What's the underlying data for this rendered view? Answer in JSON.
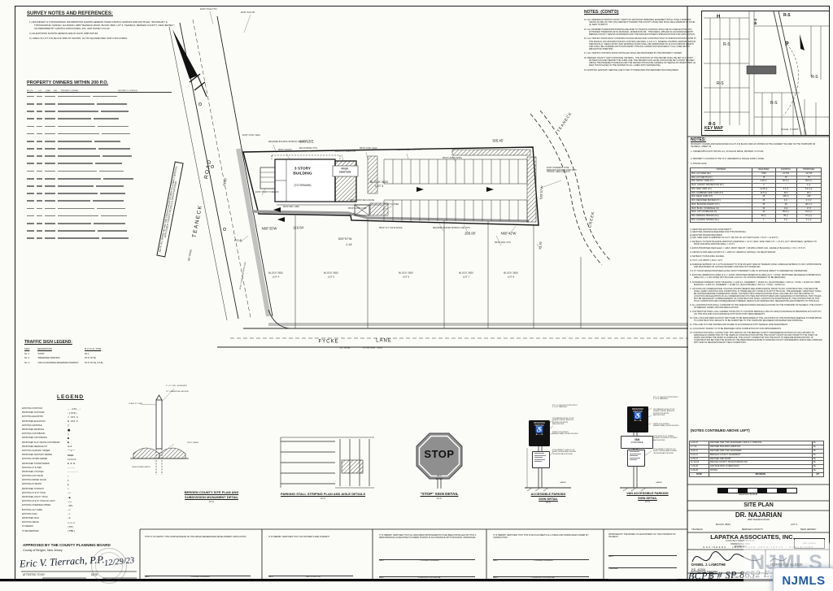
{
  "sheet": {
    "survey_notes": {
      "title": "SURVEY NOTES AND REFERENCES:",
      "items": [
        "1.) BOUNDARY & TOPOGRAPHIC INFORMATION SHOWN HEREON TAKEN FROM A CERTAIN MAP ENTITLED, \"BOUNDARY & TOPOGRAPHIC SURVEY, NAJARIAN, #### TEANECK ROAD, BLOCK 3820, LOT 3, TEANECK, BERGEN COUNTY, NEW JERSEY\", AS PREPARED BY LAPATKA ASSOCIATES, INC. AND DATED 3-10-20.",
        "2.) ELEVATIONS SHOWN HEREON ARE IN NAVD 1988 DATUM.",
        "3.) AREA OF LOT 3 IN BLOCK 3820 AS SHOWN:  22,730 SQUARE FEET AND 0.522 ACRES."
      ]
    },
    "property_owners": {
      "title": "PROPERTY OWNERS WITHIN 200 P.O.",
      "columns": [
        "BLOCK",
        "LOT",
        "QUAL",
        "B.A.",
        "PROPERTY OWNER",
        "PROPERTY LOCATION"
      ],
      "illegible_rows": 20
    },
    "notes_contd": {
      "title": "NOTES: (CONT'D)",
      "items": [
        "14. ALL SIDEWALKS WITHIN COUNTY RIGHT-OF-WAY/ROAD WIDENING EASEMENT SHALL HAVE A MINIMUM CROSS SLOPE OF TWO (2%) PERCENT TOWARD THE COUNTY ROAD AND SHALL BE A MINIMUM OF FOUR (4) FEET IN WIDTH.",
        "15. ALL PAVEMENT MARKINGS/STRIPING RELATED TO TRAFFIC CONTROL SHALL BE OF A REFLECTIVE HOT-EXTRUDED THERMOPLASTIC MATERIAL, MINIMUM 90 MIL. THICKNESS, APPLIED IN ACCORDANCE WITH BERGEN COUNTY DESIGN STANDARDS AND THE MANUFACTURER'S SPECIFICATIONS FOR APPLICATION.",
        "16. ALL TRAFFIC SIGNS MUST CONFORM IN FACE DESIGN AND CONSTRUCTION TO SPECIFICATIONS FOUND IN THE MANUAL ON UNIFORM TRAFFIC CONTROL DEVICES, U.S.D.O.T., FEDERAL HIGHWAY ADMINISTRATION. SPECIFICALLY, REGULATORY AND WARNING SIGNS SHALL BE FABRICATED OF FLAT ALUMINUM SHEETS AND SHALL BE COVERED WITH ASTM D4956 TYPE 8/11 SUPER HIGH EFFICIENCY FULL CUBE RETRO-REFLECTIVE SHEETING.",
        "17. ALL TRAFFIC CONTROL SIGNS INSTALLED SHALL BE MAINTAINED BY THE PROPERTY OWNER.",
        "18. BERGEN COUNTY SIGHT DISTANCE CRITERIA - THE POSITION OF THE DRIVER SHALL BE SET AT A POINT FIFTEEN (15) FEET BEHIND THE CURB LINE. THE DRIVER'S EYE LEVEL SHOULD BE SET A POINT 3.5 FEET ABOVE THE PAVEMENT SURFACE AND THE DRIVER SHOULD BE CAPABLE OF SEEING AN OBJECT TWO (2) FEET HIGH PLACED IN THE CENTER OF ALL LANES (NOT CENTERLINE).",
        "19. EXISTING SANITARY SERVICE LINE TO BE TV INSPECTED AND REPAIRED IF/AS REQUIRED."
      ]
    },
    "key_map": {
      "title": "KEY MAP",
      "scale": "SCALE: 1\"=200'±",
      "zones": [
        "H",
        "B-2",
        "R-S",
        "R-S",
        "P",
        "R-S",
        "R-S",
        "R-S",
        "R-S"
      ]
    },
    "notes": {
      "title": "NOTES:",
      "intro": "PROPERTY KNOWN AND DESIGNATED AS LOT 3 IN BLOCK 3820 AS SHOWN ON THE CURRENT TAX MAP OF THE TOWNSHIP OF TEANECK, SHEET 39.",
      "owner": "1. OWNER/APPLICANT:  555 KIN LLC, 30 MALON DRIVE, MAHWAH, NJ 07430",
      "zone": "2. PROPERTY LOCATED IN THE \"R-S\" (RESIDENTIAL SINGLE FAMILY) ZONE.",
      "zoning_label": "3. ZONING DATA:"
    },
    "zoning_table": {
      "columns": [
        "CRITERIA",
        "REQUIRED",
        "EXISTING",
        "PROPOSED"
      ],
      "rows": [
        [
          "MIN. LOT AREA (SF)",
          "7500",
          "22,730",
          "22,730"
        ],
        [
          "MIN. LOT WIDTH (FT.)",
          "75",
          "75",
          "75"
        ],
        [
          "MIN. FRONT YARD (FT.)",
          "4.48 Ⓔ",
          "50.4 Ⓔ",
          "50.6 Ⓔ"
        ],
        [
          "MAX. CANOPY PROJECTION (FT.)",
          "3",
          "–",
          "4 Ⓥ"
        ],
        [
          "MIN. SIDE YARD (FT.)",
          "11.25 Ⓓ",
          "3.3 Ⓔ",
          "3.6 ⒺⓋ"
        ],
        [
          "MIN. COMBINED SIDE YARD (FT.)",
          "22.5 Ⓓ",
          "28.4",
          "28.1"
        ],
        [
          "MIN. REAR YARD (FT.)",
          "25",
          "206 Ⓔ",
          "195"
        ],
        [
          "MIN. REQUIRED BUFFER (FT.)",
          "25",
          "0 Ⓔ",
          "0 ⒺⓋ"
        ],
        [
          "MAX. BUILDING HEIGHT (FT.)",
          "35",
          "38",
          "38 ⒺⓋ"
        ],
        [
          "MAX. BLDG. COVERAGE (%)",
          "30",
          "13.2",
          "17.8"
        ],
        [
          "MAX. LOT COVERAGE (%)",
          "40",
          "85.8 Ⓔ",
          "81.8 Ⓔ"
        ],
        [
          "MIN. PARKING SPACES (No.)",
          "84 Ⓔ",
          "35 Ⓔ",
          "57 ⒺⓋ"
        ],
        [
          "MIN. LOADING SPACES (No.)",
          "1",
          "0 Ⓔ",
          "0 ⒺⓋ"
        ]
      ]
    },
    "zoning_footnotes": [
      "Ⓔ DENOTES EXISTING NON-CONFORMITY",
      "Ⓥ DENOTES VARIANCE REQUIRED FOR THIS PROPOSAL",
      "Ⓦ DENOTES WAIVER REQUIRED",
      "Ⓓ MIN. SIDE YARD IS GREATER OF 10 FT. OR 15% OF LOT WIDTH (15% x 75 FT. = 11.25 FT.)"
    ],
    "notes_lower": [
      "① SETBACK TO PROP. BUILDING ADDITION OVERHANG = 1.9 FT. (MAX. SIDE YARD O.H. = 1.5 FT.) (3 FT. PROPOSED). SETBACK TO PROP. BUILDING ADDITION WALL = 4.8 FT.",
      "② EXIST./PROPOSED PEAK ELEV. = 448.5. PROP. HEIGHT = 88.9/85.2 (PROP. AVG. GRADE AT BUILDING) = 37.2 / 37.5 FT.",
      "③ GROSS FLOOR AREA (16,800 S.F. x 1/200 S.F. (MEDICAL OFFICE)) = 84 REQ'D SPACES",
      "④ SETBACK TO BUILDING FACADE.",
      "⑤ 75 FT. LOT WIDTH x 30% = 22.5'",
      "⑥ AVERAGE SETBACK OF 4 LOTS ADJACENT TO SITE ON EAST SIDE OF TEANECK ROAD. AVERAGE SETBACK IS ONLY APPROXIMATE AND WAS BASED ON GOOGLE IMAGERY AND WAS NOT SURVEYED.",
      "⑦ 4 FT. SOLID FENCE PROPOSED ALONG SOUTH PROPERTY LINE TO MITIGATE IMPACT TO RESIDENTIAL PROPERTIES.",
      "5. EXISTING IMPERVIOUS AREA (S.F.) = 19,500.  PROPOSED IMPERVIOUS AREA (S.F.) = 18,500.  PROPOSED DECREASE IN IMPERVIOUS AREA (S.F.) = 1,000 (DOES NOT INCLUDE 1,044 S.F. OF OFFSITE PAVEMENT TO BE REMOVED).",
      "6. COVERAGE SUMMARY:  EXIST. BUILDING = 3,440 S.F., PAVEMENT = 15,820 S.F., BALUSTRADES = 240 S.F., TOTAL = 19,500 S.F.   PROP. BUILDING = 4,005 S.F., PAVEMENT = 13,980 S.F., BALUSTRADES = 515 S.F., TOTAL = 18,500 S.F.",
      "7. LOCATION OF UNDERGROUND UTILITIES SHOWN HEREON ARE APPROXIMATE. PRIOR TO ANY CONSTRUCTION, CONTRACTOR SHALL VERIFY EXISTING SITE CONDITIONS. IF THERE ARE ANY CONFLICTS WITH THIS PLAN, THE ENGINEER / ARCHITECT SHALL BE NOTIFIED BEFORE COMMENCING WORK. CONTRACTOR'S INVESTIGATIONS SHALL INCLUDE, BUT NOT BE LIMITED TO, LOCATION AND ELEVATION OF ALL UNDERGROUND UTILITIES AND STRUCTURES AND CLEARANCE AT CROSSINGS. TEST HOLES MAY BE NECESSARY. COMMENCEMENT OF CONSTRUCTION SHALL CONSTITUTE ACCEPTANCE BY THE CONTRACTOR OF THIS PLAN, CONDITIONS AND CONSEQUENCES THEREOF. RESULTS OF FINDINGS MAY NECESSITATE ADJUSTMENTS TO THIS PLAN.",
      "8. ALL CONSTRUCTION SHALL CONFORM TO THE SPECIFICATIONS AND REGULATIONS OF THE TOWNSHIP OF TEANECK, THE COUNTY OF BERGEN, NJDEP, AND ADA REGULATIONS.",
      "9. CONTRACTOR SHALL CALL GARDEN STATE UTILITY LOCATOR SERVICE (1-800-272-1000) IN ADVANCE OF BEGINNING ANY ACTIVITY ON THIS SITE AND IN ACCORDANCE WITH STATUTORY REQUIREMENTS.",
      "10. SOIL LOGS AND PERCOLATION TESTS ARE TO BE PERFORMED AT THE LOCATIONS OF THE PROPOSED SEEPAGE SYSTEM PRIOR TO CONSTRUCTION. RESULTS TO BE SUBMITTED TO THE TOWNSHIP ENGINEER FOR REVIEW AND APPROVAL.",
      "11. THE LAND IS TO BE STRIPED AND SIGNED IN ACCORDANCE WITH TEANECK FIRE DEPARTMENT.",
      "12. AN AS-BUILT SURVEY IS TO BE PREPARED UPON COMPLETION OF SITE IMPROVEMENTS.",
      "13. CONTRACTOR SHALL CONTACT MR. PHIL ARNOLD OF THE BERGEN COUNTY ENGINEERING DIVISION AT (201)-336-6810 TO ARRANGE AN INSPECTION OF THE ITEMS OF CONSTRUCTION WITHIN THE COUNTY RIGHT-OF-WAY PRIOR TO THE START OF WORK AND WHEN THE WORK IS COMPLETE. THE COUNTY INSPECTOR HAS THE RIGHT TO REQUIRE MODIFICATIONS TO CONSTRUCTION BEYOND THE SCOPE OF THE PERFORMANCE BOND TO ENSURE COUNTY ENGINEERING SPECS ARE COMPLIED WITH AND AS NECESSITATED BY FIELD CONDITIONS."
    ],
    "notes_continued_note": "(NOTES CONTINUED ABOVE LEFT)",
    "revisions": {
      "rows": [
        [
          "4-26-22",
          "REVISED PER TWP. ENGINEER / ADD E.V. PARKING",
          "DL"
        ],
        [
          "1-7-22",
          "REVISED BUILDING ADDITION",
          "DL"
        ],
        [
          "8-25-21",
          "REVISED PER TWP. ENGINEER",
          "DL"
        ],
        [
          "5-10-21",
          "BERGEN COUNTY EASEMENT",
          "DL"
        ],
        [
          "2-25-21",
          "REVISED PER BCPB",
          "DL"
        ],
        [
          "11-10-20",
          "REVISE COUNTY SIGNATURE BLOCK",
          "DL"
        ],
        [
          "7-15-20",
          "ADD BUILDING OVERHANGS",
          "DL"
        ],
        [
          "4-29-20",
          "NOTES",
          "DL"
        ]
      ],
      "footer": [
        "DATE",
        "REVISION",
        "BY"
      ]
    },
    "graphic_scale_label": "GRAPHIC SCALE",
    "title_block": {
      "site_plan": "SITE PLAN",
      "client": "DR. NAJARIAN",
      "client_addr": "#### TEANECK ROAD",
      "block": "BLOCK 3820",
      "lot": "LOT 3",
      "town": "TEANECK",
      "county": "BERGEN COUNTY",
      "state": "NEW JERSEY",
      "firm": "LAPATKA ASSOCIATES, INC.",
      "addr1": "12 ROUTE 17 NORTH, SUITE 230",
      "addr2": "PARAMUS, N.J. 07652",
      "phone": "(201) 587-1800",
      "cert": "CERT. OF AUTH.",
      "disciplines": "ENGINEERS - LANDSCAPE ARCHITECTS - SURVEYORS",
      "eng1": "DANIEL J. LAMOTHE",
      "eng1_pe": "P.E. 42254",
      "eng1_title": "PROFESSIONAL ENGINEER",
      "eng2": "JEFFREY H. KLEINE",
      "eng2_pe": "P.E. 35848",
      "drawn_label": "DWN.",
      "drawn": "CJ",
      "checked_label": "CHK'D",
      "scale_label": "SCALE",
      "scale": "1\"=20'",
      "date_label": "DATE"
    },
    "plan": {
      "road1": "TEANECK",
      "road2": "ROAD",
      "road_w": "(66' WIDE)",
      "fycke1": "FYCKE",
      "fycke2": "LANE",
      "fycke_w": "(50' WIDE)",
      "fycke_h": "(FYKE LANE - 1900)",
      "bld1": "3 STORY",
      "bld2": "BUILDING",
      "bld3": "(TO REMAIN)",
      "add1": "PROP.",
      "add2": "ADDITION",
      "block": "BLOCK 3820",
      "lot": "LOT 3",
      "creek1": "TEANECK",
      "creek2": "CREEK",
      "pob": "P.O.B.",
      "dim_s60": "S60°25'E",
      "dim_305": "305.45'",
      "dim_n60": "N60°25'W",
      "dim_110": "110.64'",
      "dim_s29": "S29°07'W",
      "dim_114": "1.14'",
      "dim_n6042": "N60°42'W",
      "dim_200": "200.00'",
      "dim_75": "75.00'",
      "dim_s29e": "S29°07'W",
      "dim_7375": "73.75'",
      "south_lots": [
        {
          "a": "BLOCK 3820",
          "b": "LOT 4"
        },
        {
          "a": "BLOCK 3820",
          "b": "LOT 5"
        },
        {
          "a": "BLOCK 3820",
          "b": "LOT 6"
        },
        {
          "a": "BLOCK 3820",
          "b": "LOT 7"
        },
        {
          "a": "BLOCK 3820",
          "b": "LOT 8"
        }
      ],
      "note_box": "NOTE: ALL WORK WITHIN THE COUNTY RIGHT-OF-WAY TO COMPLY WITH ALL APPLICABLE COUNTY DETAILS & SPECIFICATIONS",
      "callouts": [
        "EXIST. POLE (TYP.)",
        "EXIST. SAN. MH",
        "EXIST. CONC. WALK",
        "PROP. CANOPY",
        "BALUSTRADE (TYP.)",
        "PROP. 2 FT. ROOF O.H.",
        "PROP. CONC. WALK",
        "CONC. WHEEL STOP (TYP.)",
        "PROP. LANDSCAPING",
        "PROP. PLANTER",
        "PROP. FLUSH CURB",
        "PROP. DEP. CURB",
        "PROP. 4 FT. SOLID FENCE",
        "REQUIRED BUFFER SETBACK LINE (TYP.)",
        "PROP. SIGN (TYP.)",
        "EXIST. PAVEMENT TO BE REMOVED AND REPLACED WITH TOPSOIL, SEED & MULCH",
        "EXIST. STEPS TO REMAIN",
        "REQUIRED BUILDING SETBACK LINE (TYP.)",
        "PROP. TRASH ENCLOSURE",
        "EXIST. CURB TO BE REPLACED"
      ]
    },
    "traffic_legend": {
      "title": "TRAFFIC SIGN LEGEND:",
      "columns": [
        "SIGN",
        "DESCRIPTION",
        "M.U.T.C.D. TYPE"
      ],
      "rows": [
        [
          "No. 1",
          "\"STOP\"",
          "R1-1"
        ],
        [
          "No. 2",
          "\"RESERVED PARKING\"",
          "R7-8, R7-8p"
        ],
        [
          "No. 3",
          "\"VAN ACCESSIBLE RESERVED PARKING\"",
          "R7-8, R7-8a, R7-8p"
        ]
      ]
    },
    "legend": {
      "title": "LEGEND",
      "items": [
        {
          "label": "EXISTING CONTOUR",
          "sym": "– –133– –"
        },
        {
          "label": "PROPOSED CONTOUR",
          "sym": "—[134]—"
        },
        {
          "label": "EXISTING ELEVATION",
          "sym": "✕ 133.4"
        },
        {
          "label": "PROPOSED ELEVATION",
          "sym": "⊞ 134.5"
        },
        {
          "label": "EXISTING MANHOLE",
          "sym": "◯"
        },
        {
          "label": "PROPOSED MANHOLE",
          "sym": "⬤"
        },
        {
          "label": "EXISTING CATCHBASIN",
          "sym": "▢"
        },
        {
          "label": "PROPOSED CATCHBASIN",
          "sym": "■"
        },
        {
          "label": "PROPOSED FLAT GRATE CATCHBASIN",
          "sym": "▣"
        },
        {
          "label": "PROPOSED SEEPAGE PIT",
          "sym": "⊗↔⊗"
        },
        {
          "label": "EXISTING SANITARY SEWER",
          "sym": "──s──"
        },
        {
          "label": "PROPOSED SANITARY SEWER",
          "sym": "▬▬▬▬"
        },
        {
          "label": "EXISTING STORM SEWER",
          "sym": "══════"
        },
        {
          "label": "PROPOSED STORM SEWER",
          "sym": "▬ ▬ ▬"
        },
        {
          "label": "EXISTING UTILITIES",
          "sym": "—·—·—"
        },
        {
          "label": "PROPOSED UTILITIES",
          "sym": "—··—··—"
        },
        {
          "label": "EXISTING GAS VALVE",
          "sym": "⊦"
        },
        {
          "label": "EXISTING WATER VALVE",
          "sym": "⊩"
        },
        {
          "label": "EXISTING HYDRANT",
          "sym": "✚"
        },
        {
          "label": "PROPOSED HYDRANT",
          "sym": "✦"
        },
        {
          "label": "EXISTING UTILITY POLE",
          "sym": "—○"
        },
        {
          "label": "PROPOSED UTILITY POLE",
          "sym": "—●"
        },
        {
          "label": "EXISTING UTILITY POLE W/ LIGHT",
          "sym": "—○→"
        },
        {
          "label": "EXISTING OVERHEAD WIRES",
          "sym": "—OH—"
        },
        {
          "label": "EXISTING GUY WIRE",
          "sym": "—<"
        },
        {
          "label": "EXISTING SIGN",
          "sym": "—▱"
        },
        {
          "label": "PROPOSED SIGN",
          "sym": "—▰"
        },
        {
          "label": "EXISTING FENCE",
          "sym": "✕—✕—✕"
        },
        {
          "label": "TO REMAIN",
          "sym": "(TR)"
        },
        {
          "label": "TO BE REMOVED",
          "sym": "(TBR)"
        }
      ]
    },
    "details": {
      "monument": {
        "t1": "BERGEN COUNTY SITE PLAN AND",
        "t2": "SUBDIVISION MONUMENT DETAIL",
        "nts": "N.T.S.",
        "callouts": [
          "4\" x 4\" CONC. MONUMENT",
          "1/2\" CHAMFER ALL AROUND",
          "PROP. GRADE",
          "CLASS \"B\" CONC.",
          "UNDISTURBED EARTH"
        ]
      },
      "striping": {
        "t1": "PARKING STALL STRIPING PLAN AND AISLE DETAILS",
        "nts": "N.T.S."
      },
      "stop": {
        "t1": "\"STOP\" SIGN DETAIL",
        "nts": "N.T.S.",
        "sign": "STOP",
        "code": "R1-1",
        "size": "30\"X30\""
      },
      "accessible": {
        "t1": "ACCESSIBLE PARKING",
        "t2": "SIGN DETAIL",
        "nts": "N.T.S.",
        "sign1a": "RESERVED",
        "sign1b": "PARKING",
        "grade": "GRADE",
        "callouts": [
          "3/8\" x 3\" LAG BOLTS WITH NUTS & LOCK WASHERS",
          "R7-8 PARKING SIGN 12\"x18\" GREEN LEGEND, ARROW & BORDER ON WHITE BACKGROUND",
          "WHITE (ON) SYMBOL (WHEELCHAIR) ON A BLUE FIELD",
          "R7-8p PENALTY SIGN 12\"x12\" BLACK LEGEND AND BORDER ON WHITE BACKGROUND"
        ]
      },
      "van": {
        "t1": "VAN ACCESSIBLE PARKING",
        "t2": "SIGN DETAIL",
        "nts": "N.T.S.",
        "sign1a": "RESERVED",
        "sign1b": "PARKING",
        "plaque1": "VAN",
        "plaque2": "ACCESSIBLE",
        "callouts": [
          "3/8\" x 3\" LAG BOLTS WITH NUTS & LOCK WASHERS",
          "R7-8 PARKING SIGN 12\"x18\" GREEN LEGEND, ARROW & BORDER ON WHITE BACKGROUND",
          "WHITE (ON) SYMBOL (WHEELCHAIR) ON A BLUE FIELD",
          "R7-8a SIGN 12\"x6\" GREEN LEGEND & BORDER ON WHITE BACKGROUND",
          "R7-8p PENALTY SIGN 12\"x12\" BLACK LEGEND AND BORDER ON WHITE BACKGROUND"
        ]
      }
    },
    "approvals": {
      "county": {
        "title": "APPROVED BY THE COUNTY PLANNING BOARD",
        "sub": "County of Bergen, New Jersey",
        "sig": "Eric V. Tierrach, P.P.",
        "date": "12/29/23",
        "attested": "ATTESTED TO BY:",
        "date_label": "DATE:"
      },
      "blocks": [
        {
          "text": "THIS IS TO CERTIFY THE COMPLETENESS OF THE ABOVE REFERENCED DEVELOPMENT APPLICATION",
          "lines": [
            [
              "DATE",
              "TOWNSHIP ENGINEER"
            ]
          ]
        },
        {
          "text": "IT IS HEREBY CERTIFIED THAT TAX PAYMENTS ARE CURRENT",
          "lines": [
            [
              "DATE",
              "TAX COLLECTOR"
            ]
          ]
        },
        {
          "text": "IT IS HEREBY CERTIFIED THAT ALL REQUIRED IMPROVEMENTS HAVE BEEN INSTALLED OR THAT A PERFORMANCE GUARANTEE HAS BEEN POSTED IN ACCORDANCE WITH MUNICIPAL ORDINANCE.",
          "lines": [
            [
              "DATE",
              "TOWNSHIP ENGINEER"
            ],
            [
              "DATE",
              "CONSTRUCTION OFFICIAL"
            ]
          ]
        },
        {
          "text": "IT IS HEREBY CERTIFIED THAT THIS SITE PLAN MEETS ALL CODES AND ORDINANCES UNDER MY JURISDICTION.",
          "lines": [
            [
              "DATE",
              "TOWNSHIP ENGINEER"
            ],
            [
              "DATE",
              "CONSTRUCTION OFFICIAL"
            ]
          ]
        },
        {
          "text": "APPROVED BY THE BOARD OF ADJUSTMENT OF THE TOWNSHIP OF TEANECK.",
          "lines": [
            [
              "DATE",
              ""
            ],
            [
              "CHAIRMAN",
              ""
            ],
            [
              "SECRETARY",
              ""
            ]
          ]
        }
      ]
    },
    "watermark": {
      "text": "NJMLS",
      "color": "#1f5aa8"
    },
    "handwriting": "BCPB # SP 8652 E.v."
  }
}
